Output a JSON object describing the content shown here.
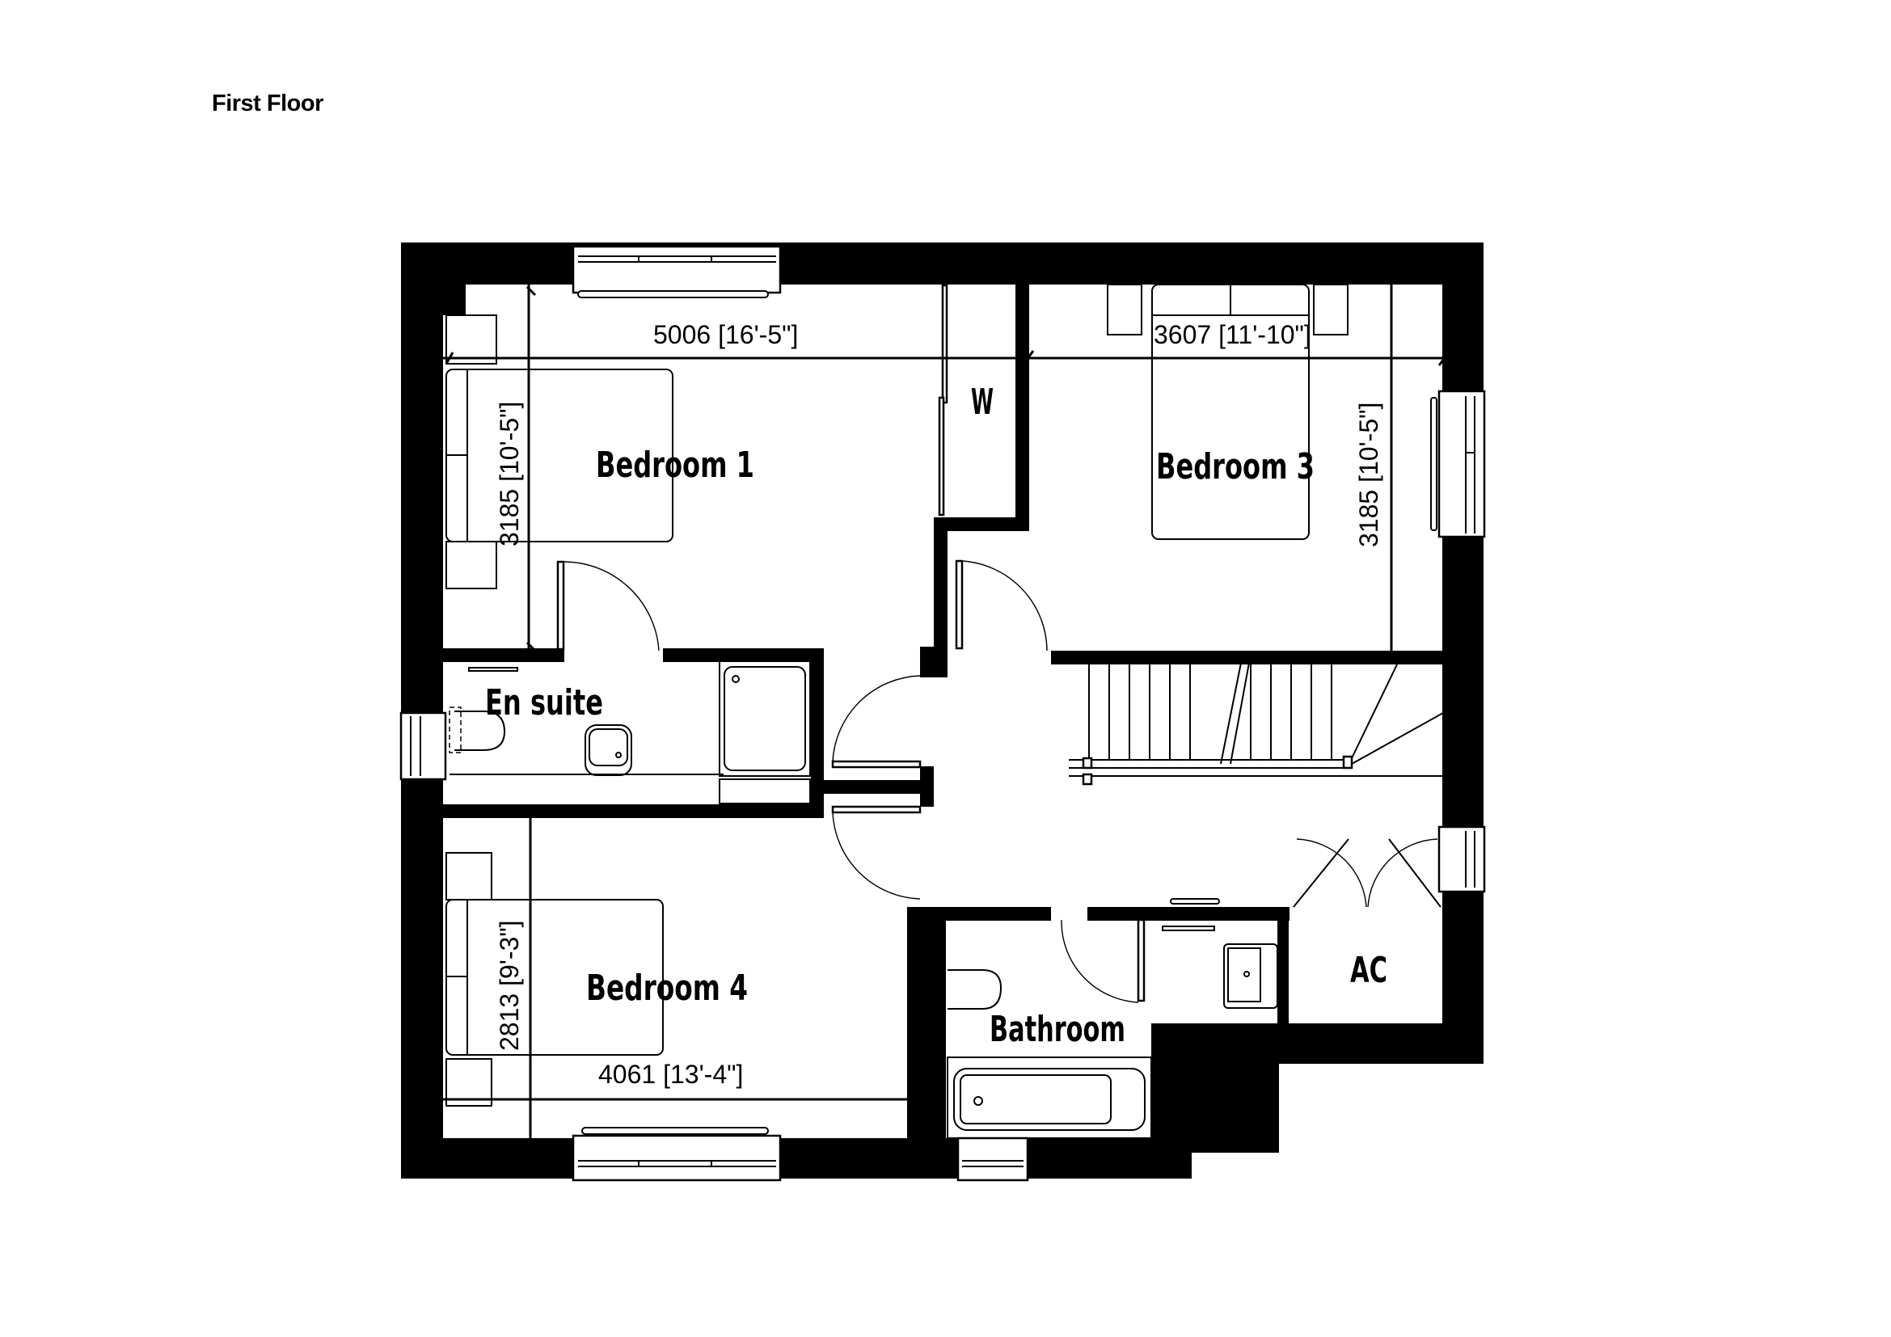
{
  "page": {
    "title": "First Floor"
  },
  "rooms": {
    "bedroom1": {
      "label": "Bedroom 1",
      "width_dim": "5006 [16'-5\"]",
      "depth_dim": "3185 [10'-5\"]"
    },
    "bedroom3": {
      "label": "Bedroom 3",
      "width_dim": "3607 [11'-10\"]",
      "depth_dim": "3185 [10'-5\"]"
    },
    "bedroom4": {
      "label": "Bedroom 4",
      "width_dim": "4061 [13'-4\"]",
      "depth_dim": "2813 [9'-3\"]"
    },
    "ensuite": {
      "label": "En suite"
    },
    "bathroom": {
      "label": "Bathroom"
    },
    "wardrobe": {
      "label": "W"
    },
    "airing_cupboard": {
      "label": "AC"
    }
  },
  "colors": {
    "wall": "#000000",
    "background": "#ffffff"
  }
}
